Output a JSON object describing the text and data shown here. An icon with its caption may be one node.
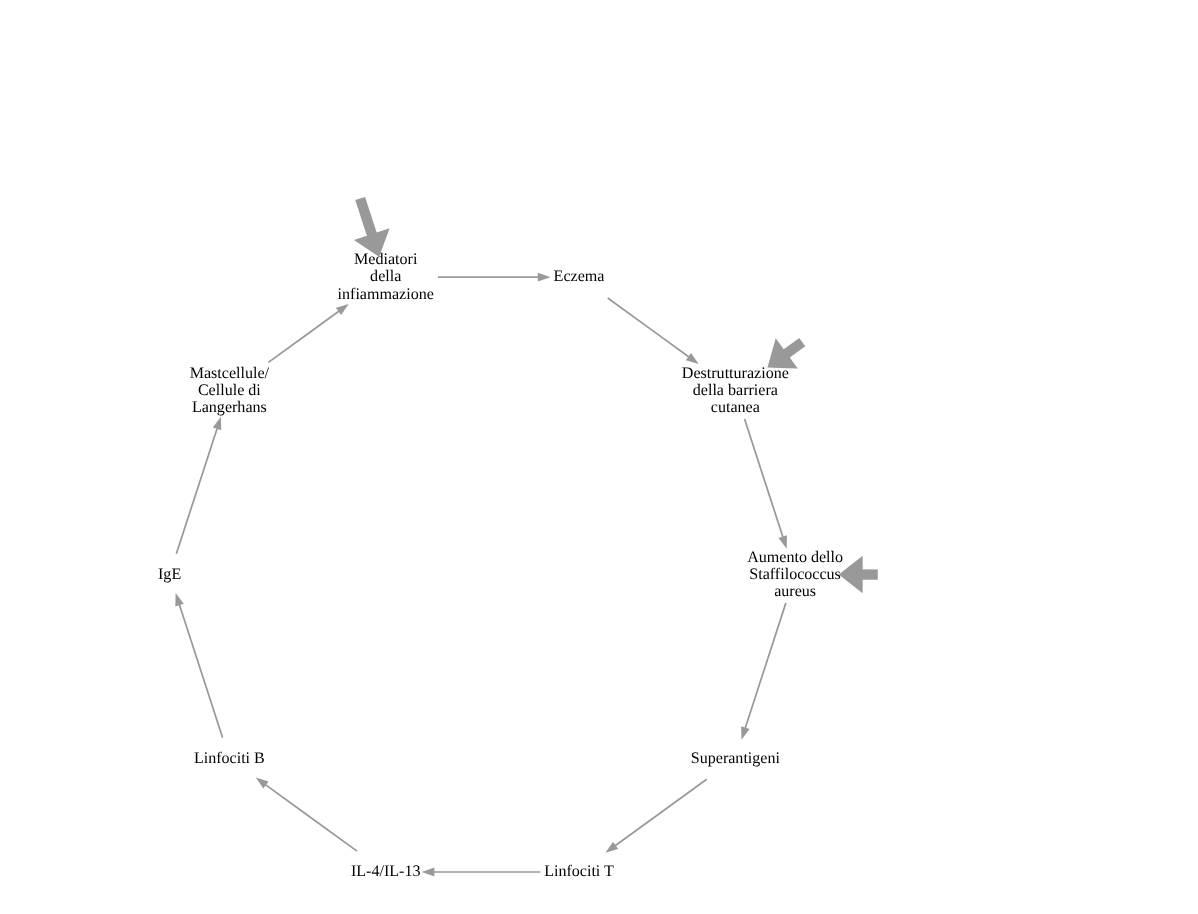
{
  "diagram": {
    "nodes": [
      {
        "text": [
          "Superantigeni"
        ]
      },
      {
        "text": [
          "Linfociti T"
        ]
      },
      {
        "text": [
          "IL-4/IL-13"
        ]
      },
      {
        "text": [
          "Linfociti B"
        ]
      },
      {
        "text": [
          "IgE"
        ]
      },
      {
        "text": [
          "Mastcellule/ Cellule di Langerhans"
        ]
      },
      {
        "text": [
          "Mediatori della infiammazione"
        ]
      },
      {
        "text": [
          "Eczema"
        ]
      },
      {
        "text": [
          "Destrutturazione della barriera cutanea"
        ]
      },
      {
        "text": [
          "Aumento dello Staffilococcus aureus"
        ]
      }
    ],
    "edges": [
      {
        "from": 0,
        "to": 1,
        "arrow": "to"
      },
      {
        "from": 1,
        "to": 2,
        "arrow": "to"
      },
      {
        "from": 2,
        "to": 3,
        "arrow": "to"
      },
      {
        "from": 3,
        "to": 4,
        "arrow": "to"
      },
      {
        "from": 4,
        "to": 5,
        "arrow": "to"
      },
      {
        "from": 5,
        "to": 6,
        "arrow": "to"
      },
      {
        "from": 6,
        "to": 7,
        "arrow": "to"
      },
      {
        "from": 7,
        "to": 8,
        "arrow": "to"
      },
      {
        "from": 8,
        "to": 9,
        "arrow": "to"
      },
      {
        "from": 9,
        "to": 0,
        "arrow": "to"
      },
      {
        "from": null,
        "to": 9,
        "arrow": "to",
        "style": "thick"
      },
      {
        "from": null,
        "to": 8,
        "arrow": "to",
        "style": "thick"
      },
      {
        "from": null,
        "to": 6,
        "arrow": "to",
        "style": "thick"
      }
    ]
  }
}
